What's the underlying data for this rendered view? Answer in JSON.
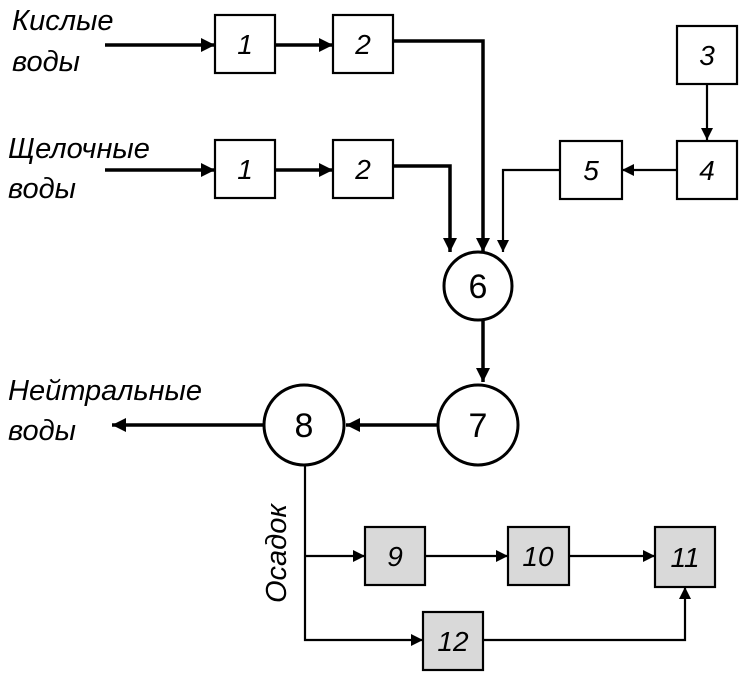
{
  "labels": {
    "acid_line1": "Кислые",
    "acid_line2": "воды",
    "alkali_line1": "Щелочные",
    "alkali_line2": "воды",
    "neutral_line1": "Нейтральные",
    "neutral_line2": "воды",
    "sediment": "Осадок"
  },
  "nodes": {
    "b1a": "1",
    "b2a": "2",
    "b1b": "1",
    "b2b": "2",
    "b3": "3",
    "b4": "4",
    "b5": "5",
    "c6": "6",
    "c7": "7",
    "c8": "8",
    "b9": "9",
    "b10": "10",
    "b11": "11",
    "b12": "12"
  },
  "colors": {
    "stroke": "#000000",
    "box_fill": "#ffffff",
    "shaded_fill": "#d9d9d9"
  }
}
